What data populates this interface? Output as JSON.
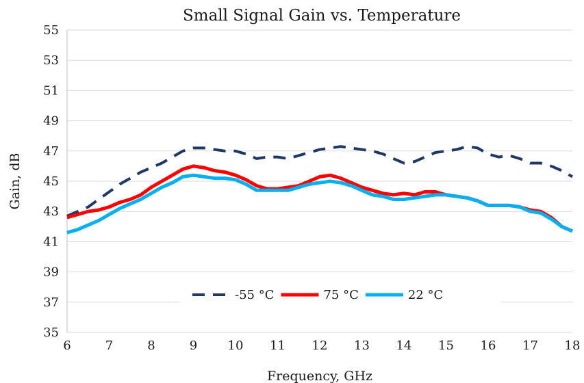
{
  "chart_data": {
    "type": "line",
    "title": "Small Signal Gain vs. Temperature",
    "xlabel": "Frequency, GHz",
    "ylabel": "Gain, dB",
    "xlim": [
      6,
      18
    ],
    "ylim": [
      35,
      55
    ],
    "xticks": [
      6,
      7,
      8,
      9,
      10,
      11,
      12,
      13,
      14,
      15,
      16,
      17,
      18
    ],
    "yticks": [
      35,
      37,
      39,
      41,
      43,
      45,
      47,
      49,
      51,
      53,
      55
    ],
    "grid": "horizontal",
    "legend": "bottom-center",
    "series": [
      {
        "name": "-55 °C",
        "color": "#1f3864",
        "style": "dashed",
        "x": [
          6,
          6.25,
          6.5,
          6.75,
          7,
          7.25,
          7.5,
          7.75,
          8,
          8.25,
          8.5,
          8.75,
          9,
          9.25,
          9.5,
          9.75,
          10,
          10.25,
          10.5,
          10.75,
          11,
          11.25,
          11.5,
          11.75,
          12,
          12.25,
          12.5,
          12.75,
          13,
          13.25,
          13.5,
          13.75,
          14,
          14.25,
          14.5,
          14.75,
          15,
          15.25,
          15.5,
          15.75,
          16,
          16.25,
          16.5,
          16.75,
          17,
          17.25,
          17.5,
          17.75,
          18
        ],
        "y": [
          42.7,
          43.0,
          43.3,
          43.8,
          44.3,
          44.8,
          45.2,
          45.6,
          45.9,
          46.2,
          46.6,
          47.0,
          47.2,
          47.2,
          47.1,
          47.0,
          47.0,
          46.8,
          46.5,
          46.6,
          46.6,
          46.5,
          46.7,
          46.9,
          47.1,
          47.2,
          47.3,
          47.2,
          47.1,
          47.0,
          46.8,
          46.5,
          46.2,
          46.3,
          46.6,
          46.9,
          47.0,
          47.1,
          47.3,
          47.2,
          46.8,
          46.6,
          46.7,
          46.5,
          46.2,
          46.2,
          46.0,
          45.7,
          45.3
        ]
      },
      {
        "name": "75 °C",
        "color": "#ff0000",
        "style": "solid",
        "x": [
          6,
          6.25,
          6.5,
          6.75,
          7,
          7.25,
          7.5,
          7.75,
          8,
          8.25,
          8.5,
          8.75,
          9,
          9.25,
          9.5,
          9.75,
          10,
          10.25,
          10.5,
          10.75,
          11,
          11.25,
          11.5,
          11.75,
          12,
          12.25,
          12.5,
          12.75,
          13,
          13.25,
          13.5,
          13.75,
          14,
          14.25,
          14.5,
          14.75,
          15,
          15.25,
          15.5,
          15.75,
          16,
          16.25,
          16.5,
          16.75,
          17,
          17.25,
          17.5,
          17.75,
          18
        ],
        "y": [
          42.6,
          42.8,
          43.0,
          43.1,
          43.3,
          43.6,
          43.8,
          44.1,
          44.6,
          45.0,
          45.4,
          45.8,
          46.0,
          45.9,
          45.7,
          45.6,
          45.4,
          45.1,
          44.7,
          44.5,
          44.5,
          44.6,
          44.7,
          45.0,
          45.3,
          45.4,
          45.2,
          44.9,
          44.6,
          44.4,
          44.2,
          44.1,
          44.2,
          44.1,
          44.3,
          44.3,
          44.1,
          44.0,
          43.9,
          43.7,
          43.4,
          43.4,
          43.4,
          43.3,
          43.1,
          43.0,
          42.6,
          42.0,
          41.7
        ]
      },
      {
        "name": "22 °C",
        "color": "#00b0f0",
        "style": "solid",
        "x": [
          6,
          6.25,
          6.5,
          6.75,
          7,
          7.25,
          7.5,
          7.75,
          8,
          8.25,
          8.5,
          8.75,
          9,
          9.25,
          9.5,
          9.75,
          10,
          10.25,
          10.5,
          10.75,
          11,
          11.25,
          11.5,
          11.75,
          12,
          12.25,
          12.5,
          12.75,
          13,
          13.25,
          13.5,
          13.75,
          14,
          14.25,
          14.5,
          14.75,
          15,
          15.25,
          15.5,
          15.75,
          16,
          16.25,
          16.5,
          16.75,
          17,
          17.25,
          17.5,
          17.75,
          18
        ],
        "y": [
          41.6,
          41.8,
          42.1,
          42.4,
          42.8,
          43.2,
          43.5,
          43.8,
          44.2,
          44.6,
          44.9,
          45.3,
          45.4,
          45.3,
          45.2,
          45.2,
          45.1,
          44.8,
          44.4,
          44.4,
          44.4,
          44.4,
          44.6,
          44.8,
          44.9,
          45.0,
          44.9,
          44.7,
          44.4,
          44.1,
          44.0,
          43.8,
          43.8,
          43.9,
          44.0,
          44.1,
          44.1,
          44.0,
          43.9,
          43.7,
          43.4,
          43.4,
          43.4,
          43.3,
          43.0,
          42.9,
          42.5,
          42.0,
          41.7
        ]
      }
    ]
  }
}
